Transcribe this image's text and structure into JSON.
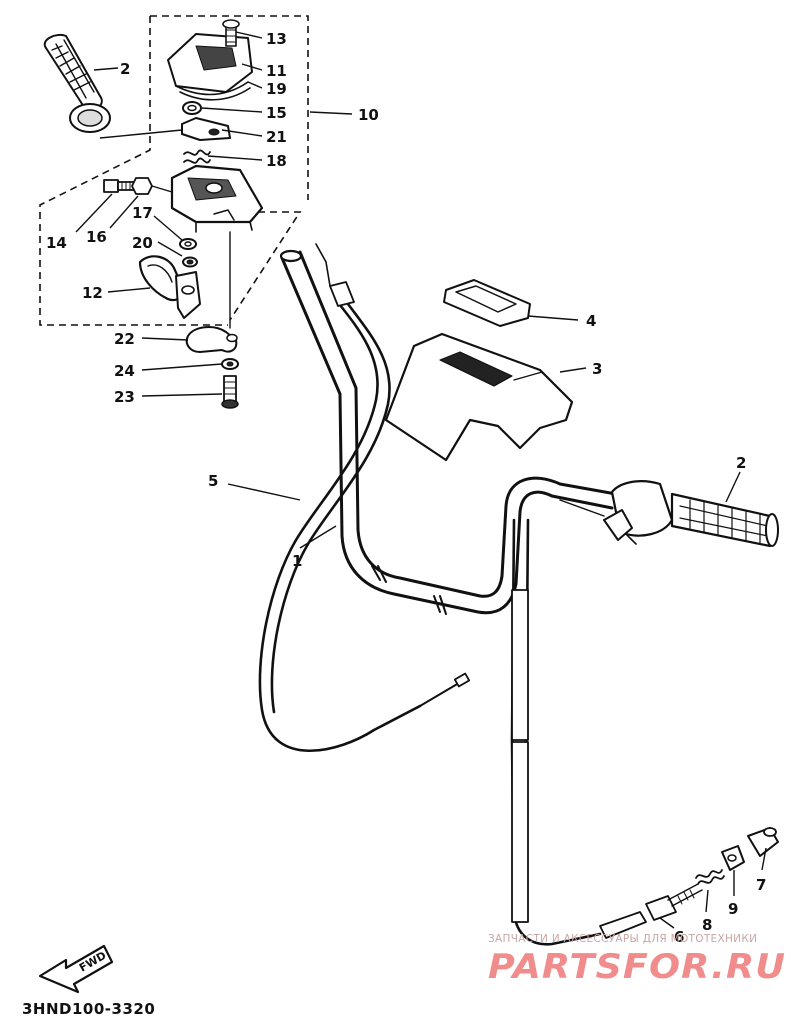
{
  "diagram": {
    "callouts": [
      "13",
      "2",
      "11",
      "19",
      "15",
      "10",
      "21",
      "18",
      "14",
      "16",
      "17",
      "20",
      "12",
      "22",
      "24",
      "23",
      "4",
      "3",
      "5",
      "1",
      "2",
      "7",
      "9",
      "8",
      "6"
    ],
    "reference_code": "3HND100-3320",
    "direction_arrow_label": "FWD"
  },
  "watermark": {
    "tagline": "ЗАПЧАСТИ И АКСЕССУАРЫ ДЛЯ МОТОТЕХНИКИ",
    "logo_text": "PARTSFOR.RU",
    "logo_color": "#f08c8c"
  },
  "colors": {
    "ink": "#111111",
    "background": "#ffffff"
  }
}
